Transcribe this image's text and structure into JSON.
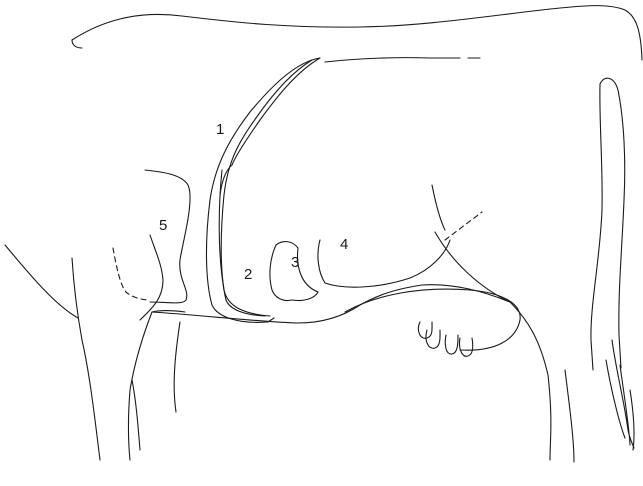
{
  "labels": {
    "l1": "1",
    "l2": "2",
    "l3": "3",
    "l4": "4",
    "l5": "5"
  },
  "colors": {
    "line": "#1a1a1a",
    "background": "#ffffff"
  }
}
